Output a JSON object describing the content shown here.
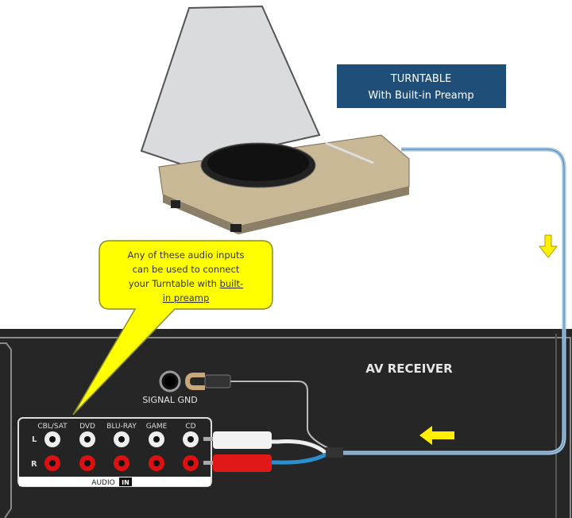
{
  "turntable_label": {
    "line1": "TURNTABLE",
    "line2": "With Built-in Preamp"
  },
  "callout": {
    "line1": "Any of these audio inputs",
    "line2": "can be used to connect",
    "line3_plain": "your Turntable with ",
    "line3_underlined": "built-",
    "line4_underlined": "in preamp"
  },
  "receiver": {
    "title": "AV RECEIVER",
    "signal_gnd": "SIGNAL GND",
    "inputs": [
      "CBL/SAT",
      "DVD",
      "BLU-RAY",
      "GAME",
      "CD"
    ],
    "channel_left": "L",
    "channel_right": "R",
    "audio_label": "AUDIO",
    "in_label": "IN"
  },
  "colors": {
    "label_bg": "#1f4e79",
    "callout": "#ffff00",
    "receiver": "#2a2a2a",
    "cable": "#9fc3e0",
    "arrow": "#ffef00"
  }
}
